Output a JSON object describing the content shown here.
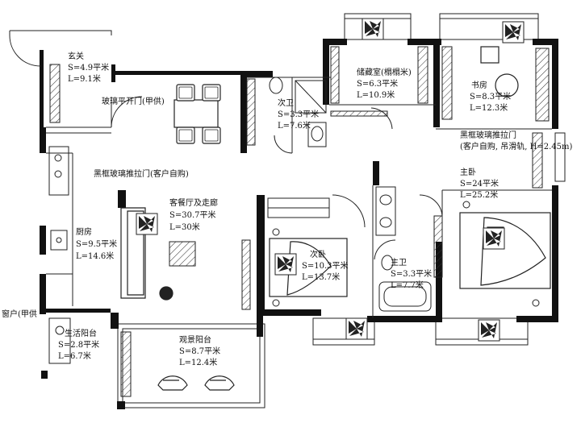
{
  "rooms": {
    "entry": {
      "name": "玄关",
      "area": "S=4.9平米",
      "perimeter": "L=9.1米"
    },
    "storage": {
      "name": "储藏室(榻榻米)",
      "area": "S=6.3平米",
      "perimeter": "L=10.9米"
    },
    "study": {
      "name": "书房",
      "area": "S=8.3平米",
      "perimeter": "L=12.3米"
    },
    "bath2": {
      "name": "次卫",
      "area": "S=3.3平米",
      "perimeter": "L=7.6米"
    },
    "kitchen": {
      "name": "厨房",
      "area": "S=9.5平米",
      "perimeter": "L=14.6米"
    },
    "living": {
      "name": "客餐厅及走廊",
      "area": "S=30.7平米",
      "perimeter": "L=30米"
    },
    "bed2": {
      "name": "次卧",
      "area": "S=10.3平米",
      "perimeter": "L=13.7米"
    },
    "master": {
      "name": "主卧",
      "area": "S=24平米",
      "perimeter": "L=25.2米"
    },
    "bath1": {
      "name": "主卫",
      "area": "S=3.3平米",
      "perimeter": "L=7.7米"
    },
    "utility": {
      "name": "生活阳台",
      "area": "S=2.8平米",
      "perimeter": "L=6.7米"
    },
    "balcony": {
      "name": "观景阳台",
      "area": "S=8.7平米",
      "perimeter": "L=12.4米"
    }
  },
  "notes": {
    "glass_door": "玻璃平开门(甲供)",
    "sliding_kitchen": "黑框玻璃推拉门(客户自购)",
    "sliding_study_1": "黑框玻璃推拉门",
    "sliding_study_2": "(客户自购, 吊滑轨, H=2.45m)",
    "window": "窗户(甲供"
  }
}
